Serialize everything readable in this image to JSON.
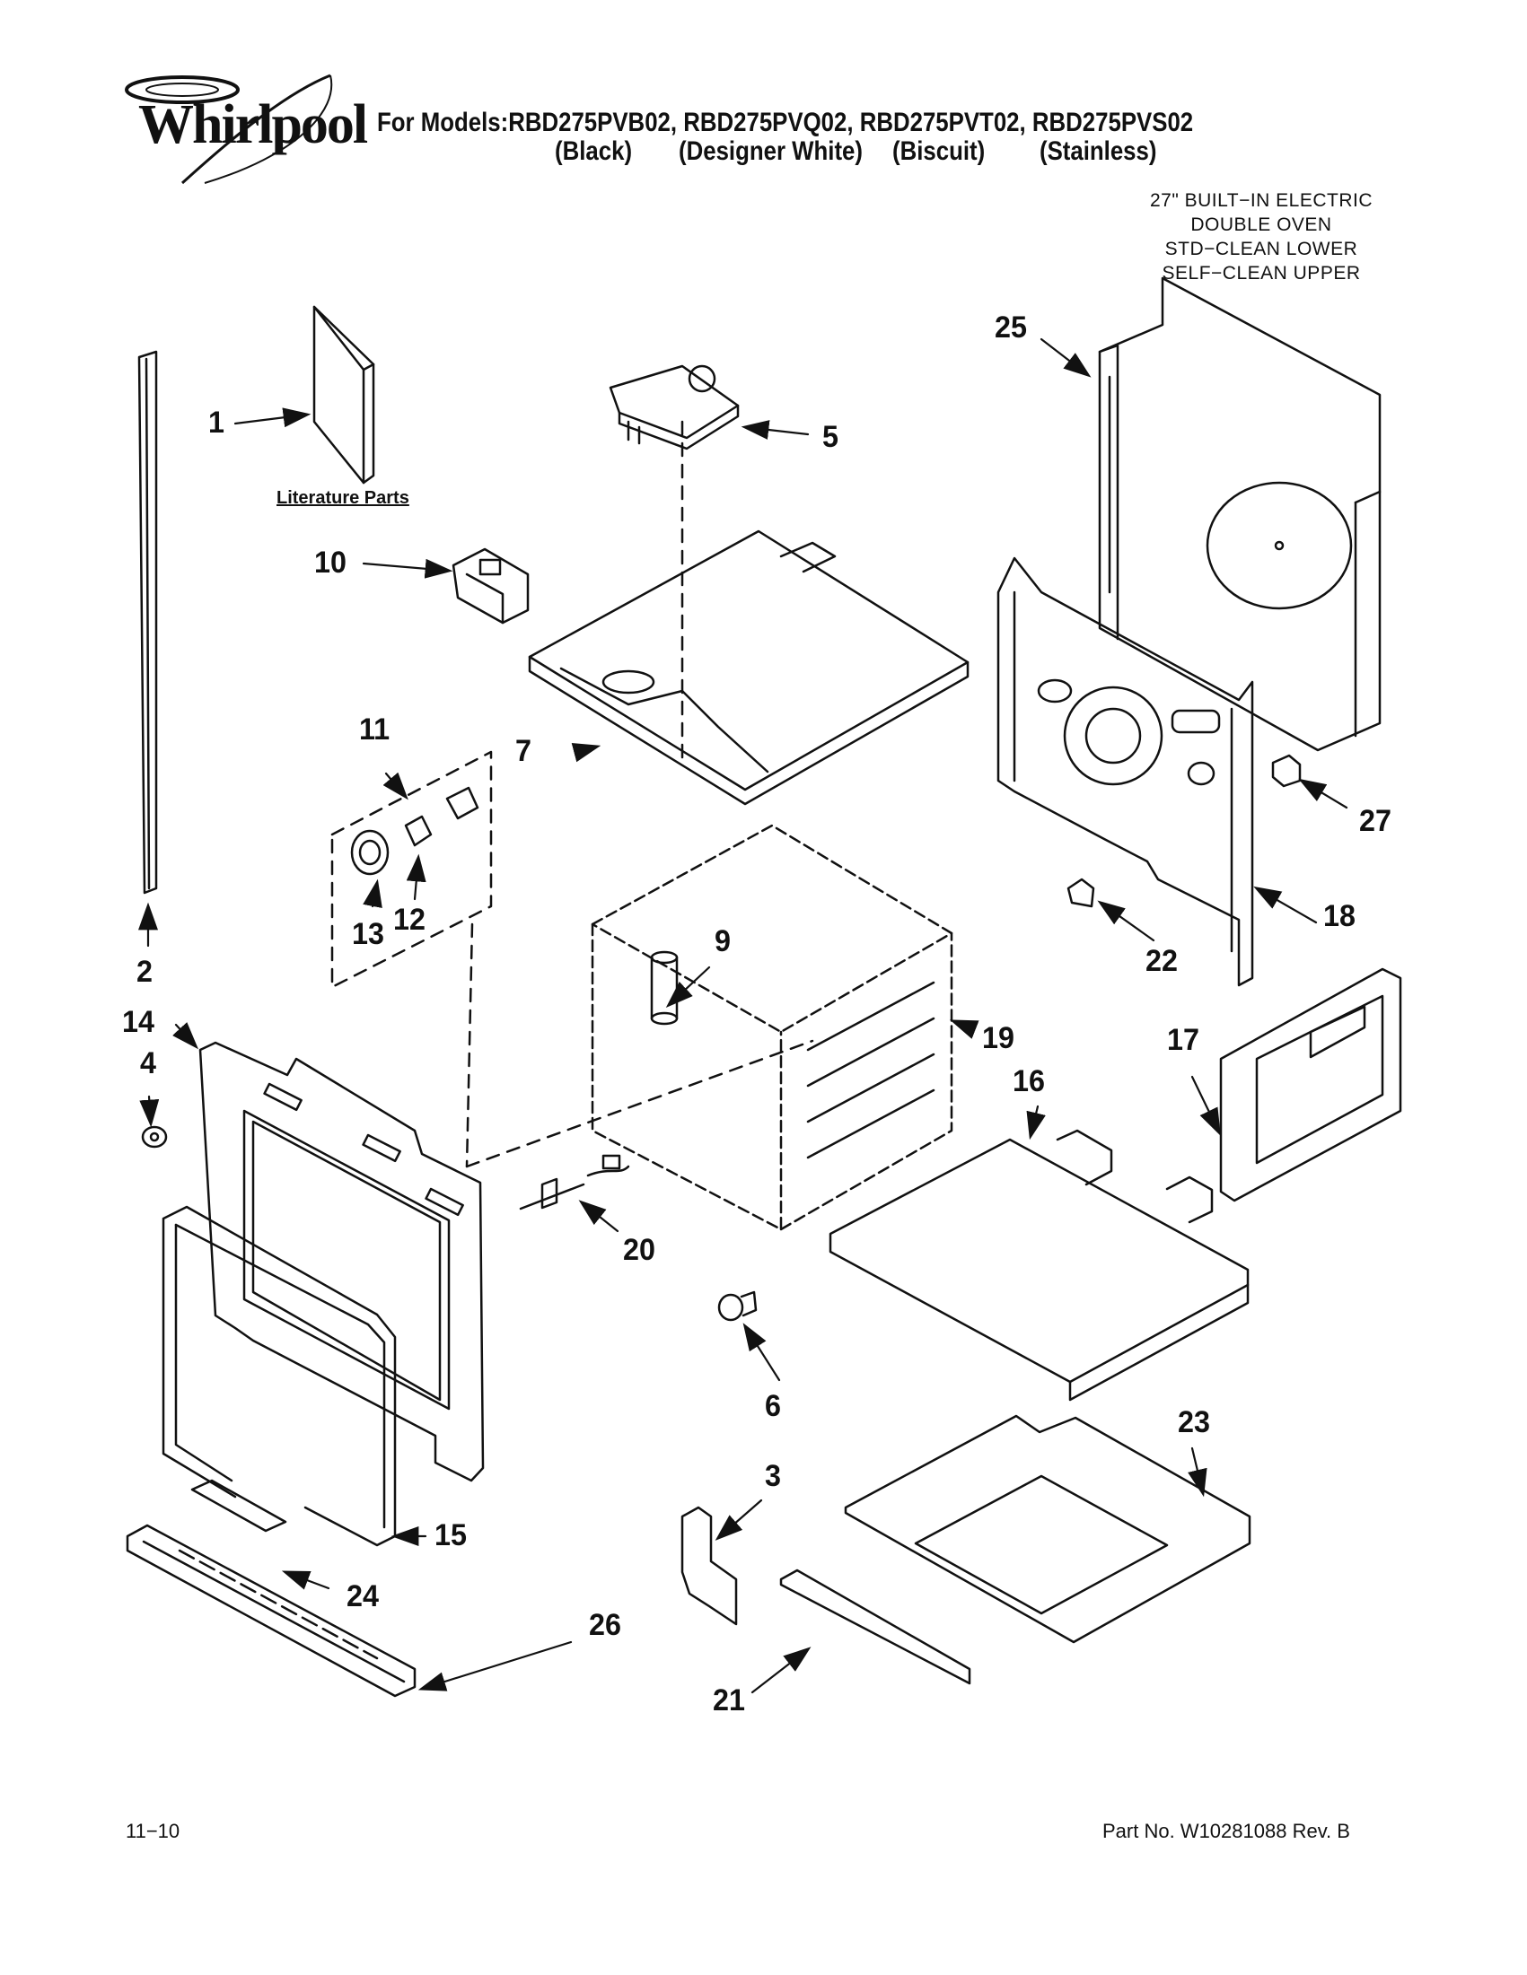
{
  "brand": "Whirlpool",
  "header": {
    "models_prefix": "For Models:",
    "models": [
      "RBD275PVB02,",
      "RBD275PVQ02,",
      "RBD275PVT02,",
      "RBD275PVS02"
    ],
    "colors": [
      "(Black)",
      "(Designer White)",
      "(Biscuit)",
      "(Stainless)"
    ]
  },
  "description": [
    "27\" BUILT−IN ELECTRIC",
    "DOUBLE OVEN",
    "STD−CLEAN LOWER",
    "SELF−CLEAN UPPER"
  ],
  "literature_label": "Literature Parts",
  "callouts": [
    "1",
    "2",
    "3",
    "4",
    "5",
    "6",
    "7",
    "9",
    "10",
    "11",
    "12",
    "13",
    "14",
    "15",
    "16",
    "17",
    "18",
    "19",
    "20",
    "21",
    "22",
    "23",
    "24",
    "25",
    "26",
    "27"
  ],
  "footer": {
    "date_code": "11−10",
    "part_number": "Part No. W10281088 Rev. B"
  }
}
